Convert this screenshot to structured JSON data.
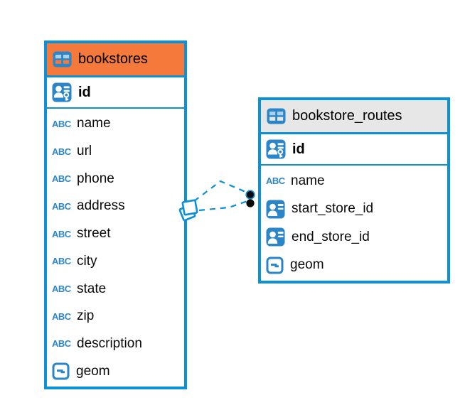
{
  "diagram": {
    "accent_color": "#0c90d6",
    "icon_blue": "#2b86c9",
    "icon_cell_light": "#a9d0ec",
    "tables": [
      {
        "name": "bookstores",
        "header_bg": "#f5793b",
        "header_icon": "table-icon",
        "primary_key": {
          "name": "id",
          "icon": "primary-key-icon"
        },
        "columns": [
          {
            "name": "name",
            "type_icon": "text-abc-icon"
          },
          {
            "name": "url",
            "type_icon": "text-abc-icon"
          },
          {
            "name": "phone",
            "type_icon": "text-abc-icon"
          },
          {
            "name": "address",
            "type_icon": "text-abc-icon"
          },
          {
            "name": "street",
            "type_icon": "text-abc-icon"
          },
          {
            "name": "city",
            "type_icon": "text-abc-icon"
          },
          {
            "name": "state",
            "type_icon": "text-abc-icon"
          },
          {
            "name": "zip",
            "type_icon": "text-abc-icon"
          },
          {
            "name": "description",
            "type_icon": "text-abc-icon"
          },
          {
            "name": "geom",
            "type_icon": "geometry-icon"
          }
        ]
      },
      {
        "name": "bookstore_routes",
        "header_bg": "#e7e7e7",
        "header_icon": "table-icon",
        "primary_key": {
          "name": "id",
          "icon": "primary-key-icon"
        },
        "columns": [
          {
            "name": "name",
            "type_icon": "text-abc-icon"
          },
          {
            "name": "start_store_id",
            "type_icon": "foreign-key-icon"
          },
          {
            "name": "end_store_id",
            "type_icon": "foreign-key-icon"
          },
          {
            "name": "geom",
            "type_icon": "geometry-icon"
          }
        ]
      }
    ],
    "relations": [
      {
        "from": "bookstores",
        "to": "bookstore_routes",
        "line_style": "dashed"
      },
      {
        "from": "bookstores",
        "to": "bookstore_routes",
        "line_style": "dashed"
      }
    ]
  },
  "icons": {
    "abc_label": "ABC"
  }
}
